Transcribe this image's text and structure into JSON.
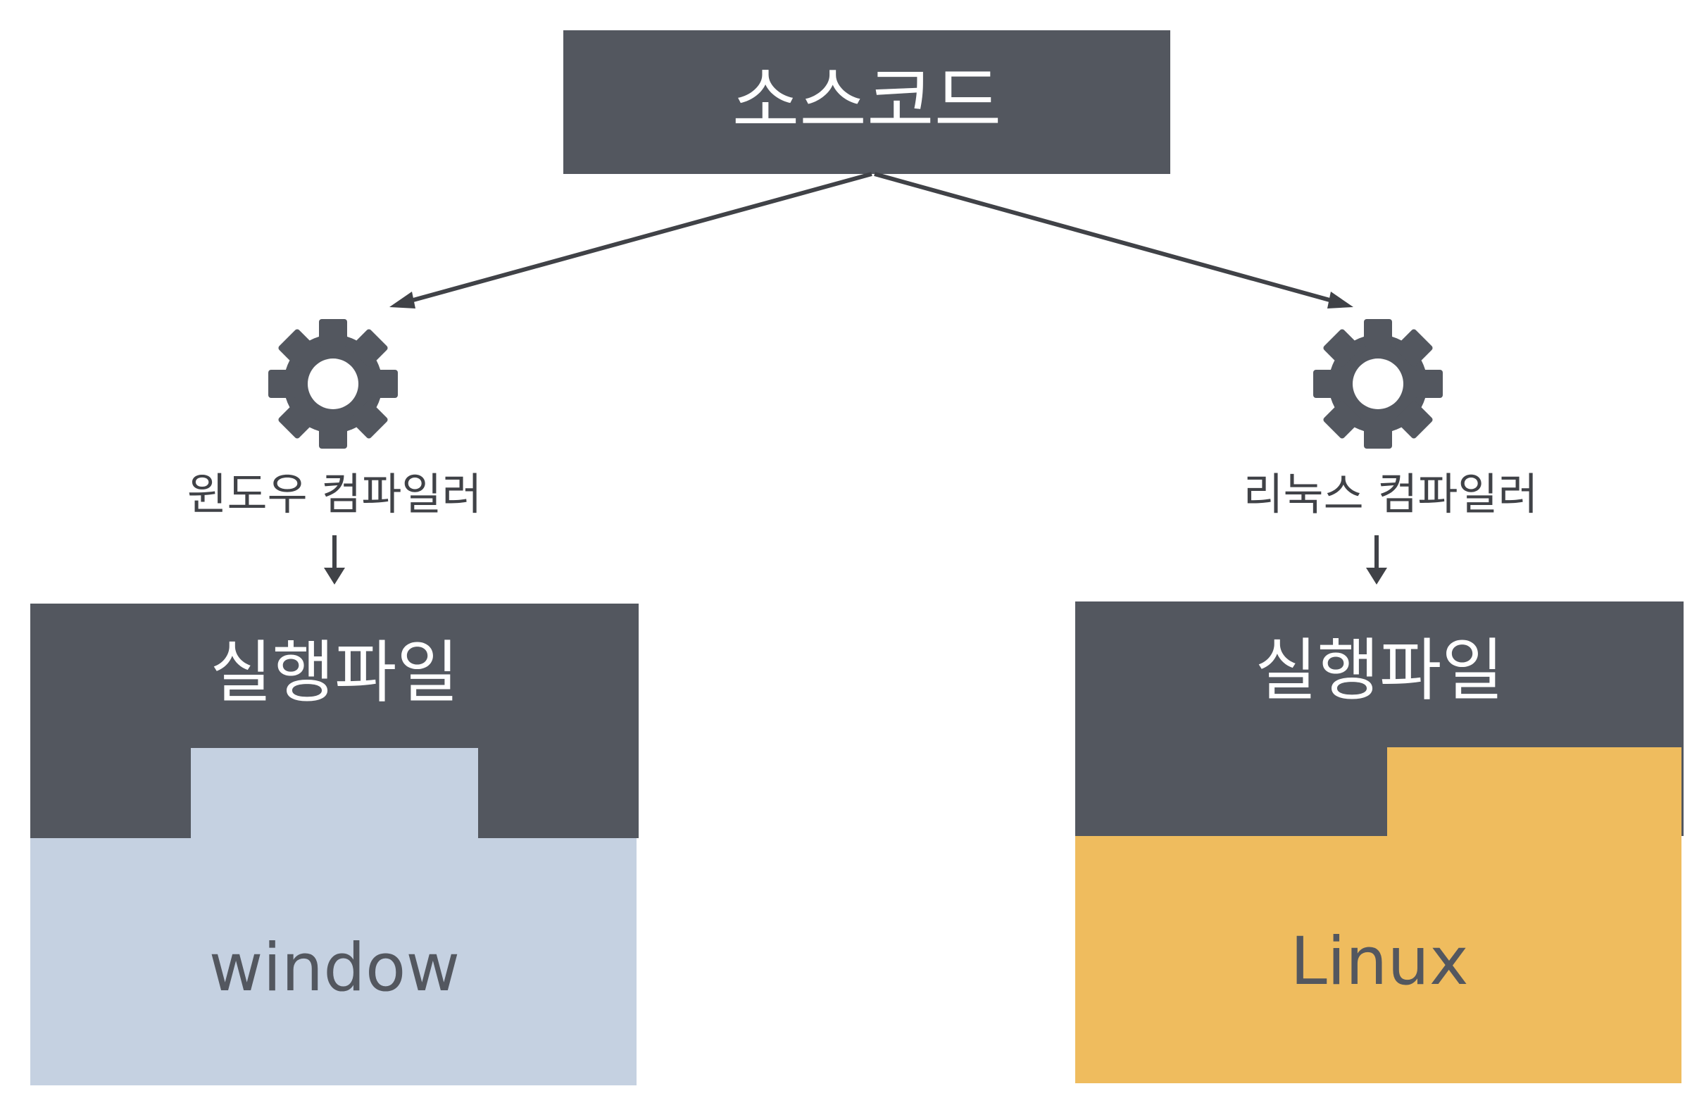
{
  "source": {
    "label": "소스코드"
  },
  "compilers": [
    {
      "label": "윈도우 컴파일러",
      "icon": "gear-icon"
    },
    {
      "label": "리눅스 컴파일러",
      "icon": "gear-icon"
    }
  ],
  "executables": [
    {
      "label": "실행파일",
      "os_label": "window",
      "accent": "#c5d1e1"
    },
    {
      "label": "실행파일",
      "os_label": "Linux",
      "accent": "#efbc5e"
    }
  ],
  "colors": {
    "dark": "#53575f",
    "text": "#404247"
  }
}
